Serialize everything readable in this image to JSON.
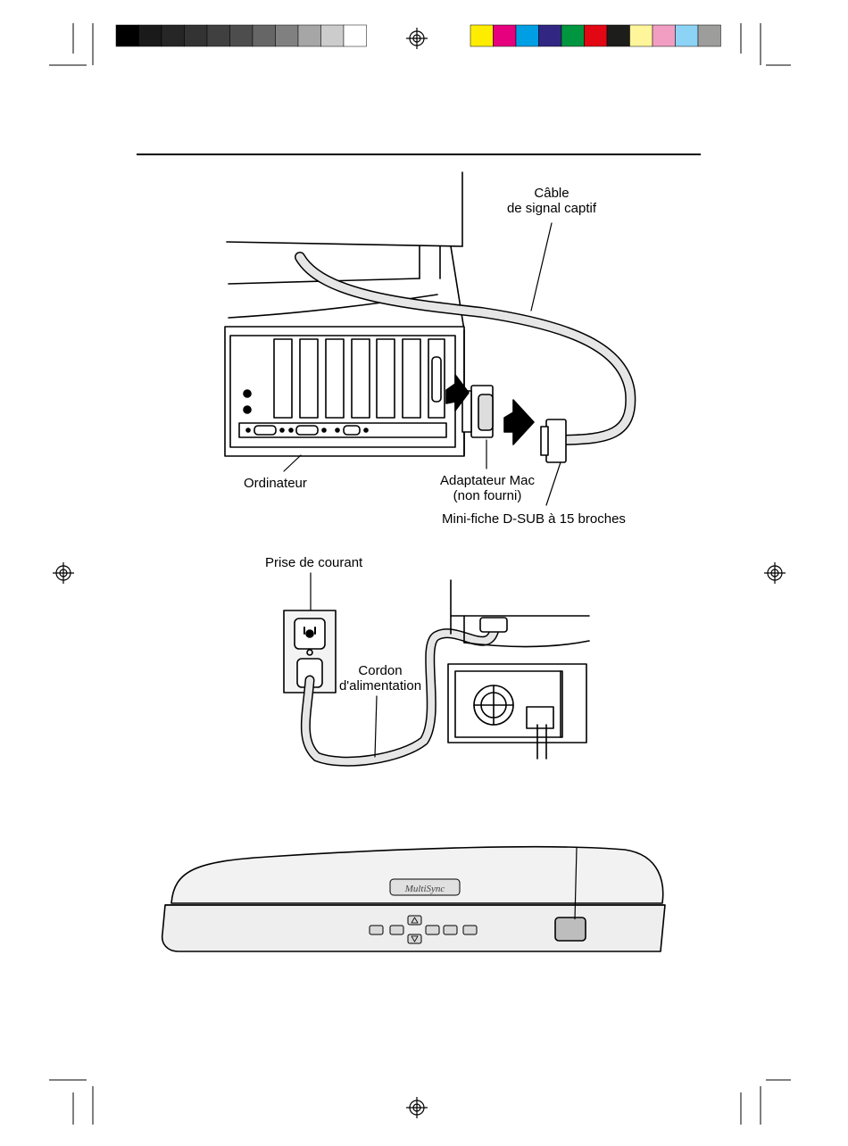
{
  "print_marks": {
    "gray_swatches": [
      "#000000",
      "#1a1a1a",
      "#262626",
      "#333333",
      "#404040",
      "#4d4d4d",
      "#666666",
      "#808080",
      "#a6a6a6",
      "#cccccc",
      "#ffffff"
    ],
    "color_swatches": [
      "#ffed00",
      "#e6007e",
      "#009fe3",
      "#312783",
      "#00963f",
      "#e30613",
      "#1d1d1b",
      "#fff59b",
      "#f19ec2",
      "#8cd3f5",
      "#9d9d9c"
    ]
  },
  "figure1": {
    "cable_label": [
      "Câble",
      "de signal captif"
    ],
    "computer_label": "Ordinateur",
    "adapter_label": [
      "Adaptateur Mac",
      "(non fourni)"
    ],
    "connector_label": "Mini-fiche D-SUB à 15 broches"
  },
  "figure2": {
    "outlet_label": "Prise de courant",
    "cord_label": [
      "Cordon",
      "d'alimentation"
    ]
  },
  "figure3": {
    "brand_text": "MultiSync"
  }
}
